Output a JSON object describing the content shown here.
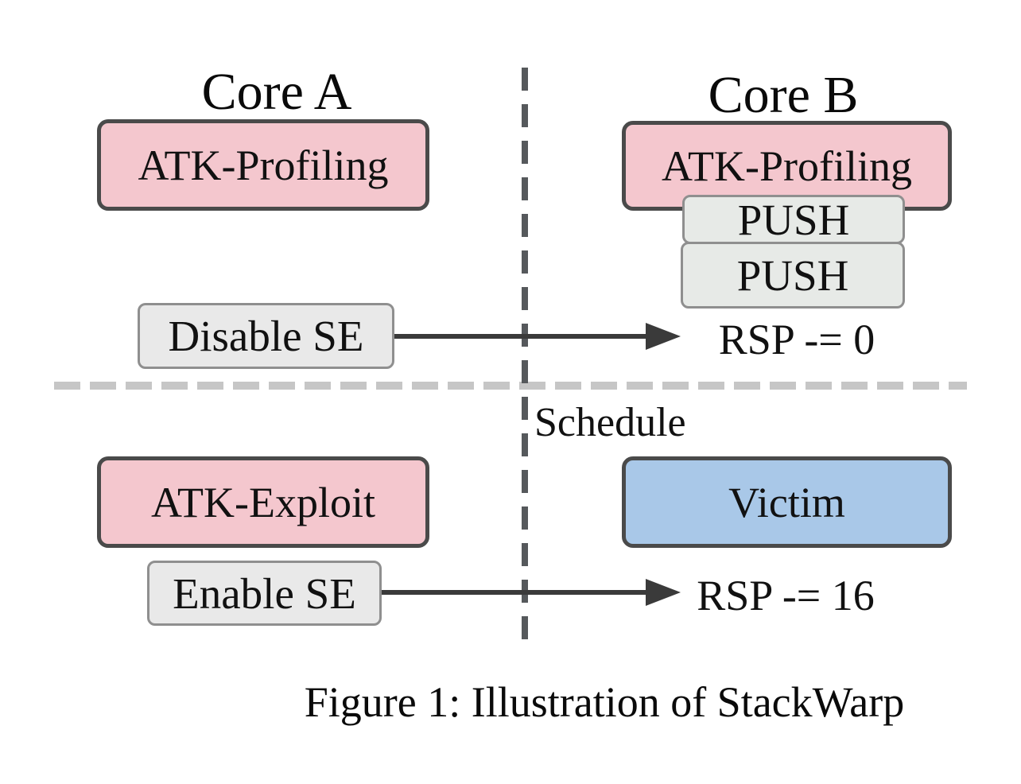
{
  "diagram": {
    "columns": {
      "core_a": "Core A",
      "core_b": "Core B"
    },
    "phase_top": {
      "core_a_process": "ATK-Profiling",
      "core_b_process": "ATK-Profiling",
      "stack_ops": [
        "PUSH",
        "PUSH"
      ],
      "core_a_action": "Disable SE",
      "core_b_effect": "RSP -= 0"
    },
    "divider": {
      "schedule_label": "Schedule"
    },
    "phase_bottom": {
      "core_a_process": "ATK-Exploit",
      "core_b_process": "Victim",
      "core_a_action": "Enable SE",
      "core_b_effect": "RSP -= 16"
    },
    "caption": "Figure 1: Illustration of StackWarp",
    "colors": {
      "attacker_box_fill": "#f4c7ce",
      "victim_box_fill": "#a9c8e8",
      "action_box_fill": "#e9e9e9",
      "push_box_fill": "#e7eae7",
      "process_box_border": "#4a4a4a",
      "action_box_border": "#8f8f8f",
      "arrow": "#3a3a3a",
      "horizontal_divider": "#c6c6c6",
      "vertical_divider": "#56595c",
      "text": "#111111"
    }
  }
}
